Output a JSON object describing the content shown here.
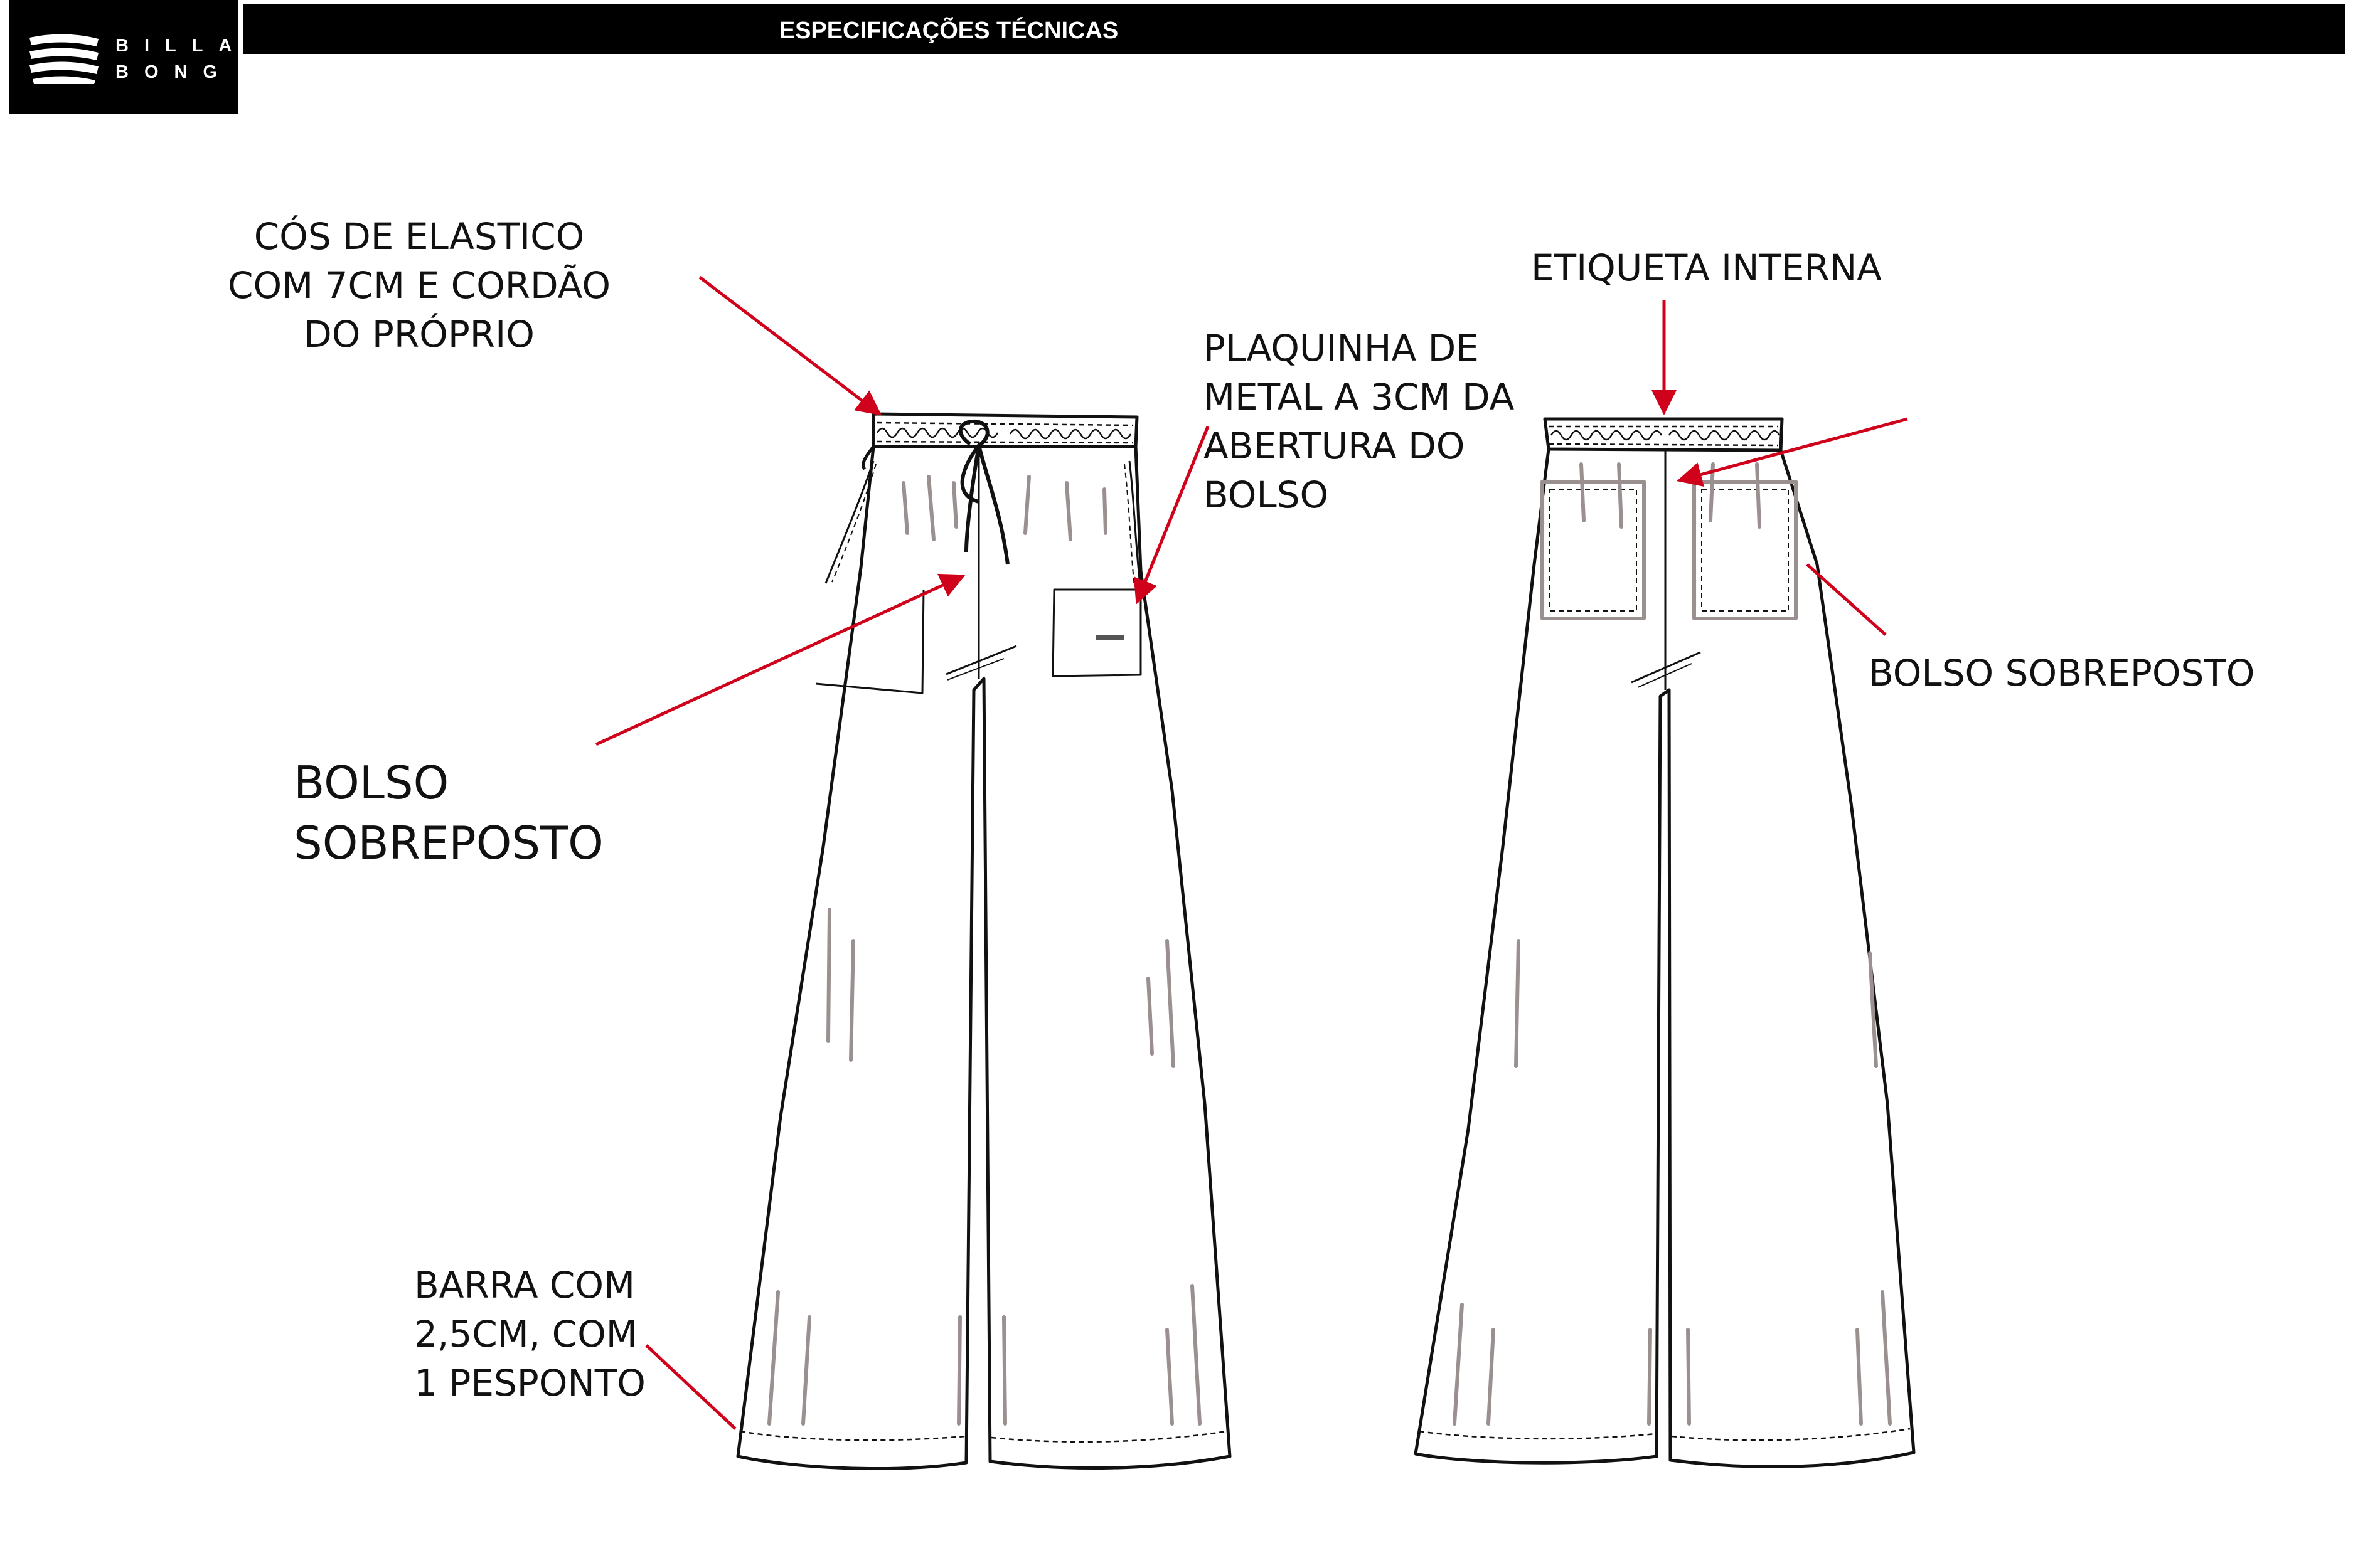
{
  "brand": {
    "logo_line1": "BILLA",
    "logo_line2": "BONG"
  },
  "header": {
    "title": "ESPECIFICAÇÕES TÉCNICAS"
  },
  "callouts": {
    "waistband": "CÓS DE ELASTICO\nCOM 7CM E CORDÃO\nDO PRÓPRIO",
    "metal_plate": "PLAQUINHA DE\nMETAL A 3CM DA\nABERTURA DO\nBOLSO",
    "front_pocket": "BOLSO\nSOBREPOSTO",
    "hem": "BARRA COM\n2,5CM, COM\n1 PESPONTO",
    "inner_label": "ETIQUETA INTERNA",
    "back_pocket": "BOLSO SOBREPOSTO"
  },
  "colors": {
    "annotation_red": "#d0021b",
    "ink": "#111111",
    "fold_gray": "#9a9090"
  }
}
